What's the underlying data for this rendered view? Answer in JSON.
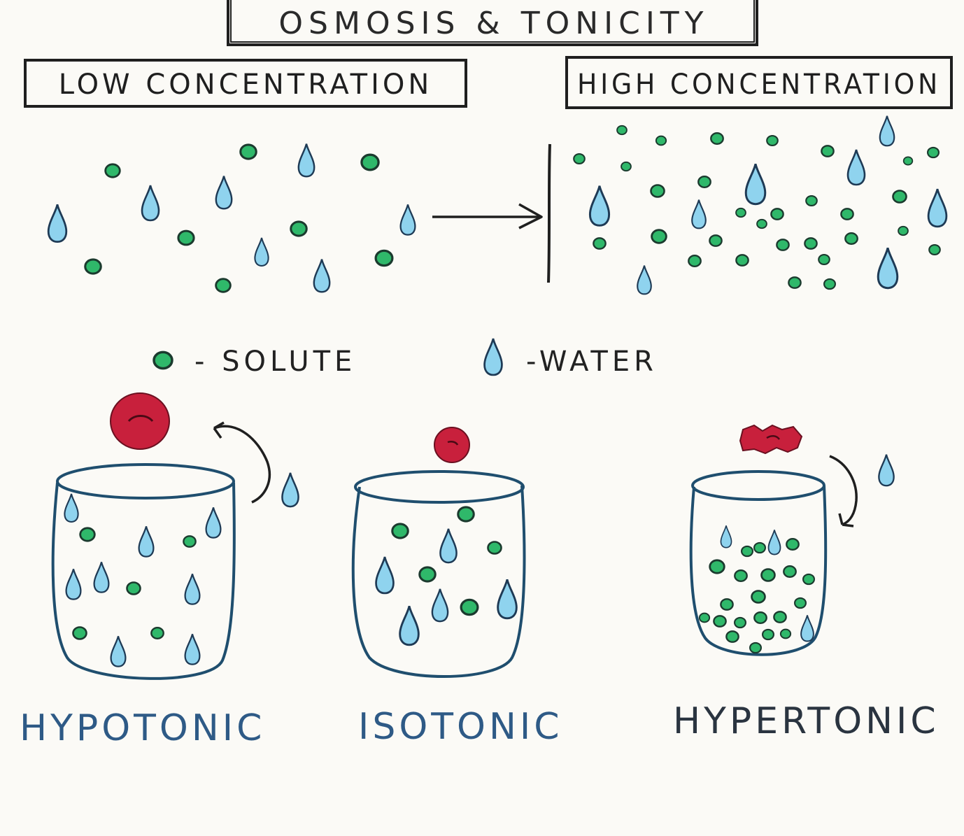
{
  "title": "OSMOSIS & TONICITY",
  "low_concentration_label": "LOW CONCENTRATION",
  "high_concentration_label": "HIGH CONCENTRATION",
  "legend": {
    "solute_label": "- SOLUTE",
    "water_label": "-WATER"
  },
  "beakers": {
    "hypotonic_label": "HYPOTONIC",
    "isotonic_label": "ISOTONIC",
    "hypertonic_label": "HYPERTONIC"
  },
  "colors": {
    "solute": "#2fb86a",
    "water": "#8fd3ee",
    "outline": "#1e3a55",
    "cell": "#c8203c",
    "beaker": "#1f4e6e"
  }
}
